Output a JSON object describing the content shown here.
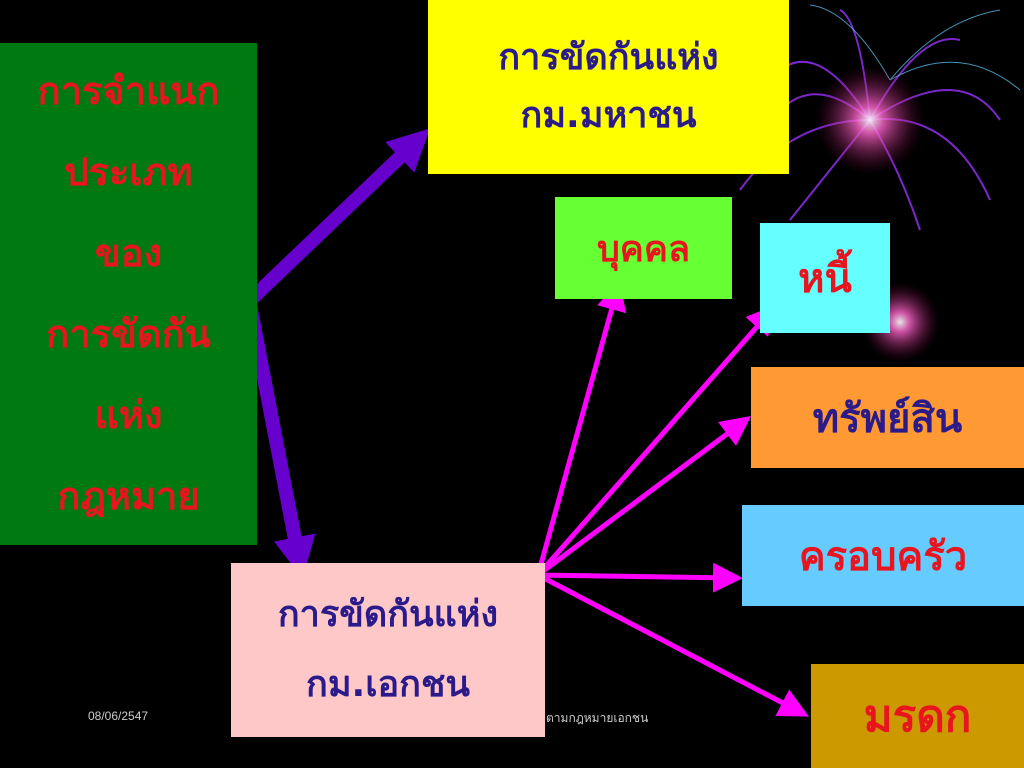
{
  "slide": {
    "left_box": {
      "lines": [
        "การจำแนก",
        "ประเภท",
        "ของ",
        "การขัดกัน",
        "แห่ง",
        "กฎหมาย"
      ]
    },
    "public_law_box": {
      "lines": [
        "การขัดกันแห่ง",
        "กม.มหาชน"
      ]
    },
    "private_law_box": {
      "lines": [
        "การขัดกันแห่ง",
        "กม.เอกชน"
      ]
    },
    "person_box": {
      "label": "บุคคล"
    },
    "debt_box": {
      "label": "หนี้"
    },
    "property_box": {
      "label": "ทรัพย์สิน"
    },
    "family_box": {
      "label": "ครอบครัว"
    },
    "inheritance_box": {
      "label": "มรดก"
    },
    "date": "08/06/2547",
    "footer": "ตามกฎหมายเอกชน"
  },
  "colors": {
    "purple_arrow": "#6600cc",
    "magenta_arrow": "#ff00ff"
  }
}
